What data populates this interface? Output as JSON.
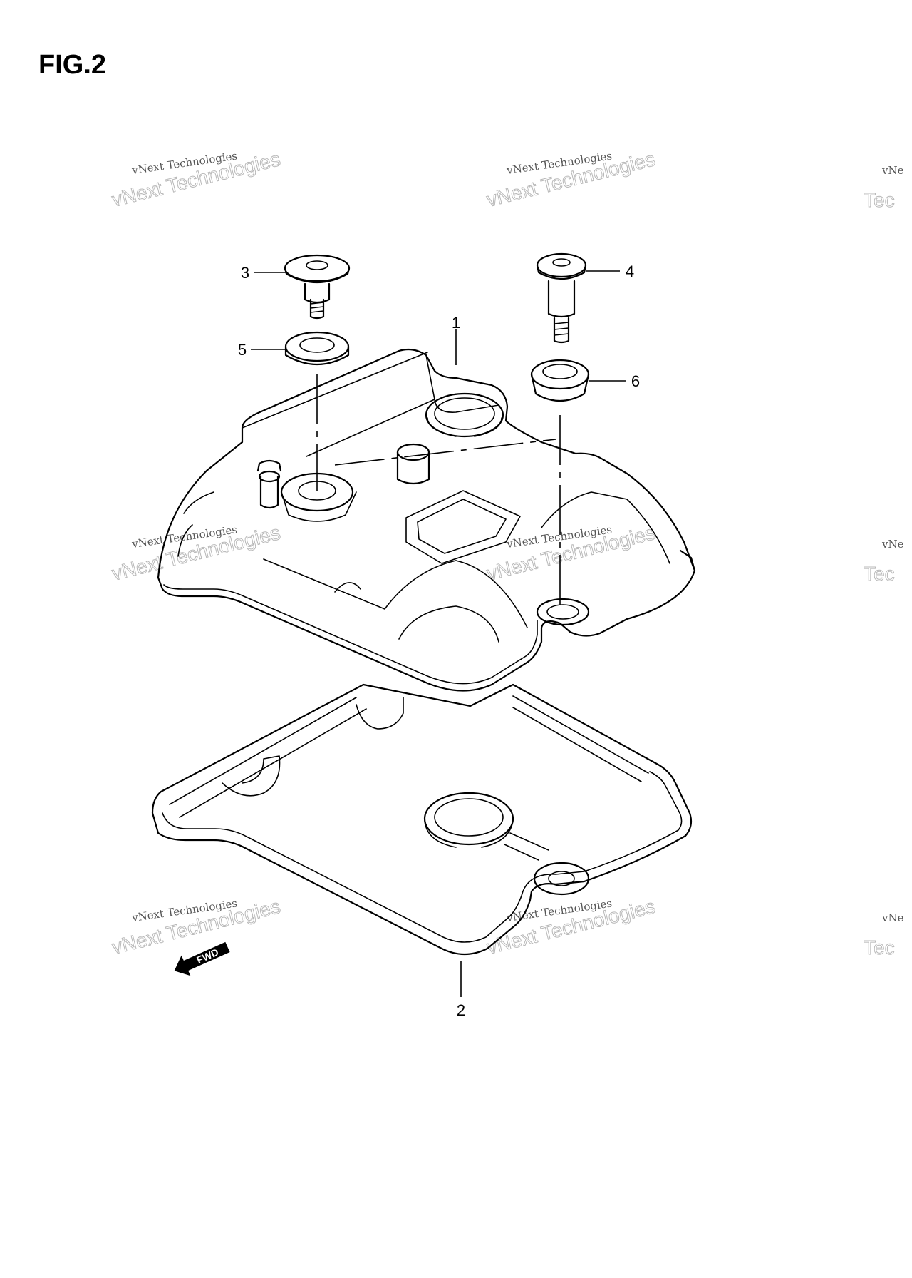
{
  "figure": {
    "title": "FIG.2"
  },
  "callouts": {
    "part1": "1",
    "part2": "2",
    "part3": "3",
    "part4": "4",
    "part5": "5",
    "part6": "6"
  },
  "watermark": {
    "line1": "vNext Technologies",
    "line2": "vNext Technologies"
  },
  "fwd_label": "FWD",
  "colors": {
    "stroke": "#000000",
    "watermark": "#b8b8b8",
    "background": "#ffffff"
  }
}
